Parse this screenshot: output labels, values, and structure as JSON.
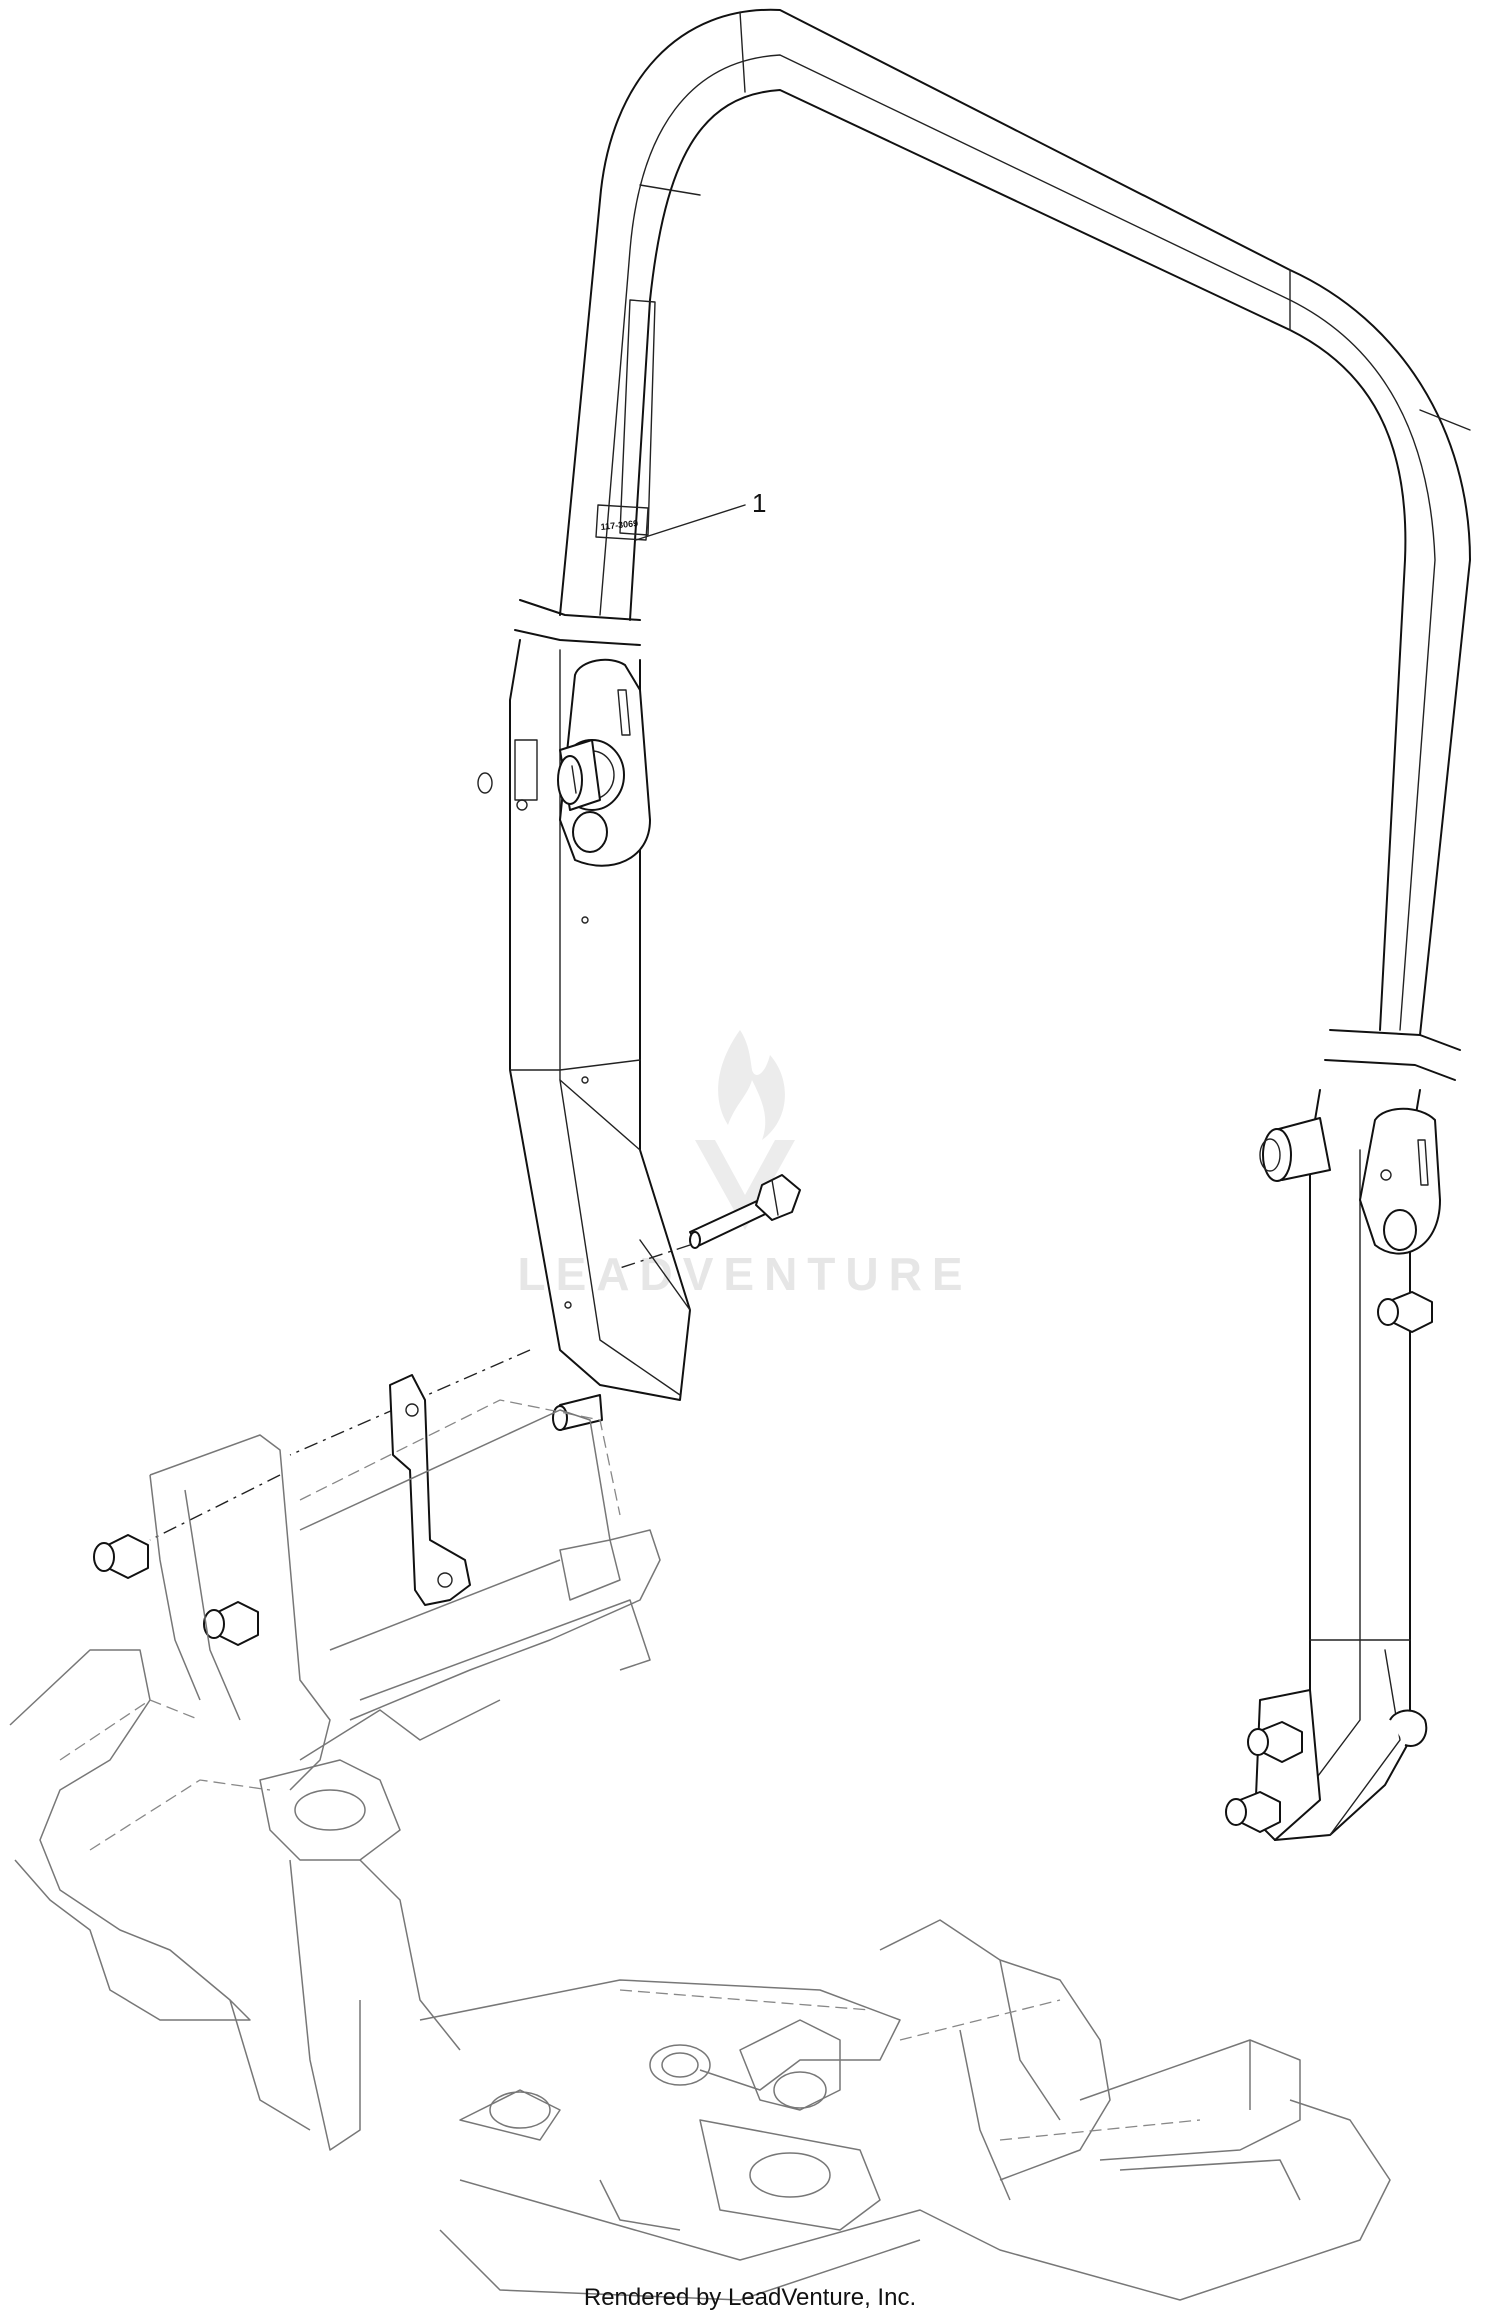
{
  "diagram": {
    "callouts": [
      {
        "label": "1",
        "part": "roll-bar-assembly"
      }
    ],
    "decal_text": "117-3069",
    "watermark": "LEADVENTURE"
  },
  "footer": {
    "credit": "Rendered by LeadVenture, Inc."
  }
}
